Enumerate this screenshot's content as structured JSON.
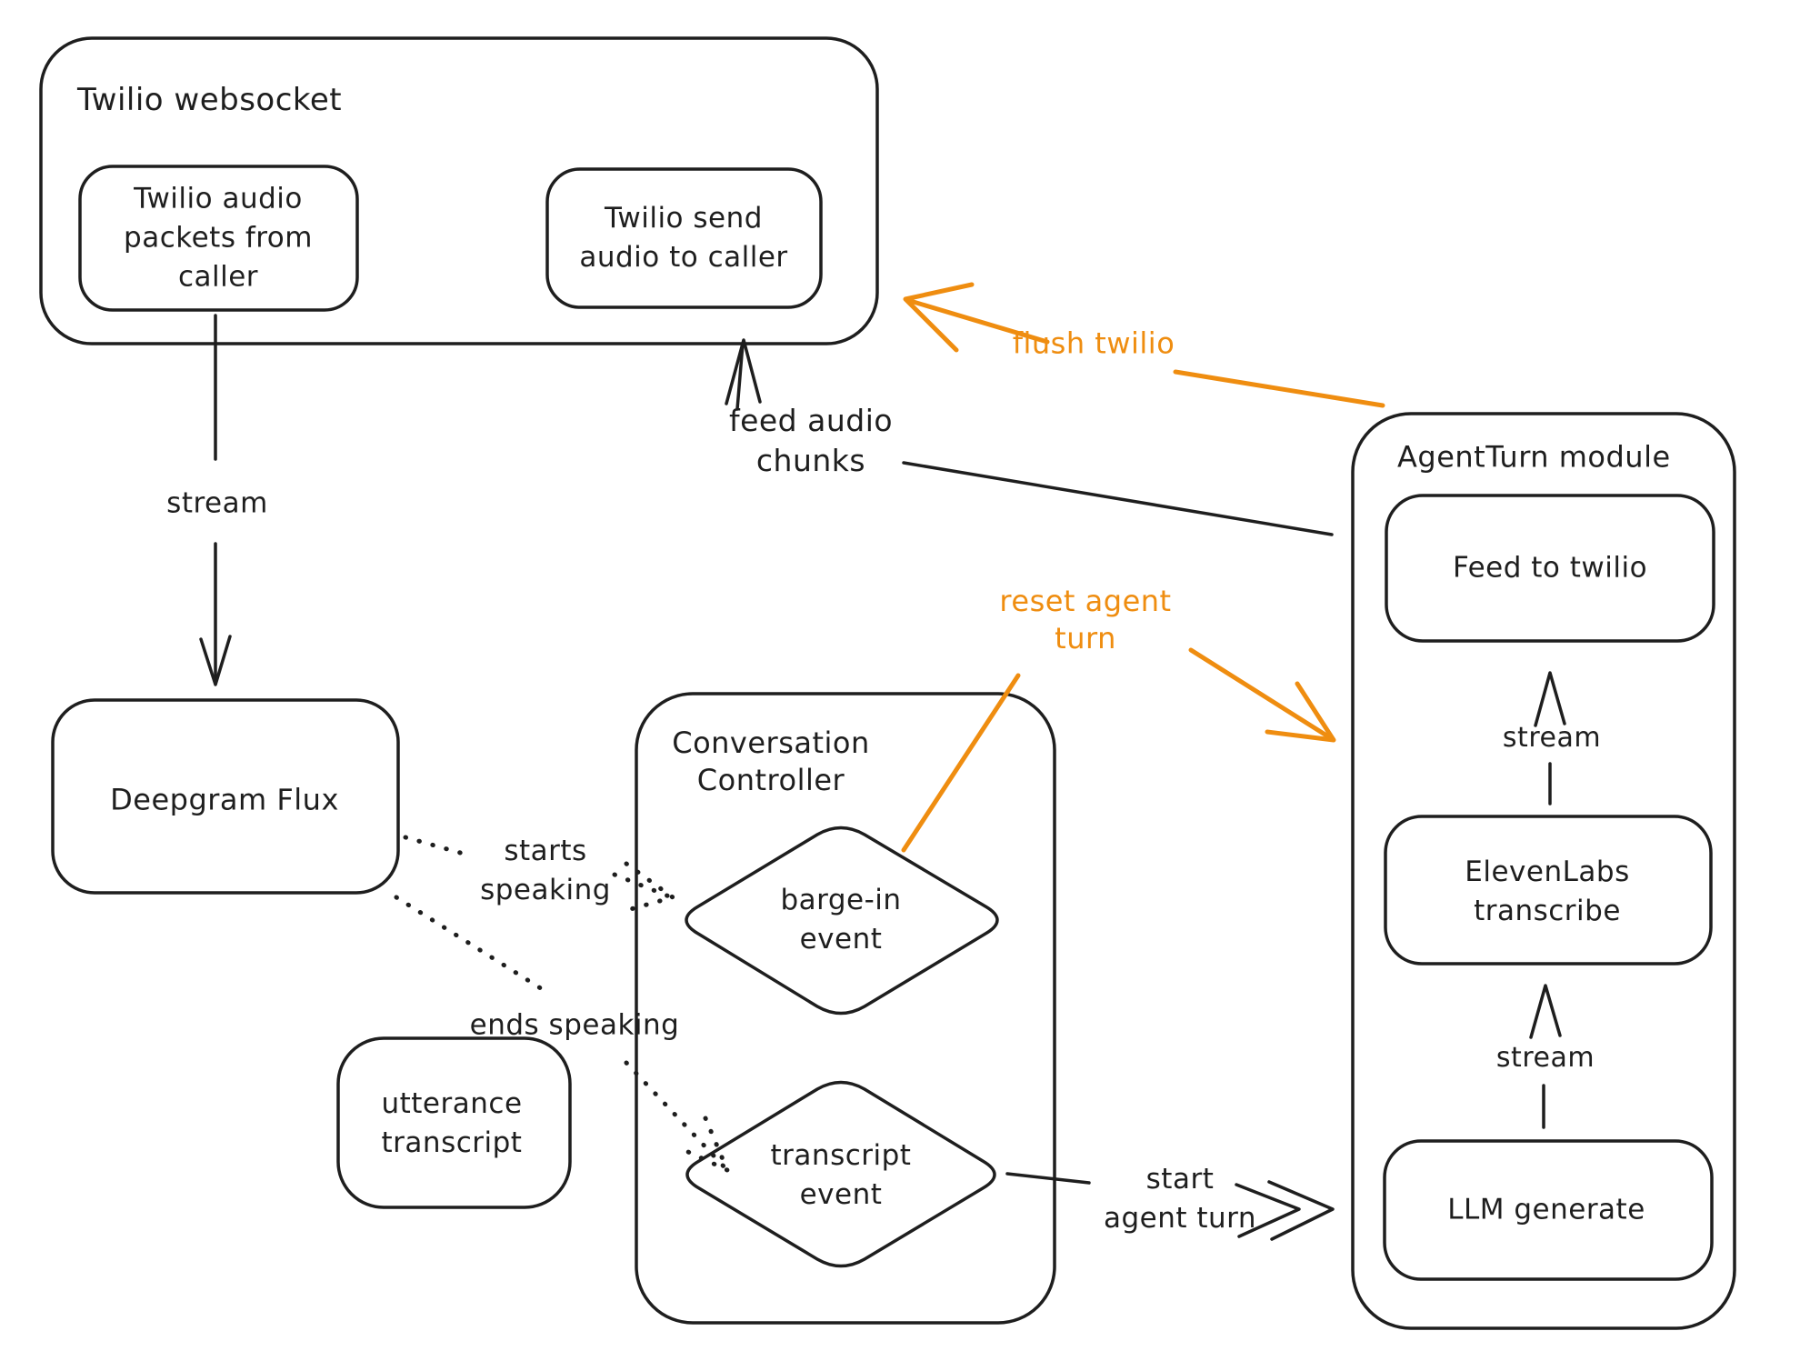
{
  "colors": {
    "ink": "#1e1e1e",
    "accent": "#ef8d10",
    "background": "#ffffff"
  },
  "twilio_websocket": {
    "title": "Twilio websocket",
    "audio_packets": {
      "line1": "Twilio audio",
      "line2": "packets from",
      "line3": "caller"
    },
    "send_audio": {
      "line1": "Twilio send",
      "line2": "audio to caller"
    }
  },
  "deepgram": {
    "label": "Deepgram Flux"
  },
  "conversation_controller": {
    "title": {
      "line1": "Conversation",
      "line2": "Controller"
    },
    "barge_in_event": {
      "line1": "barge-in",
      "line2": "event"
    },
    "transcript_event": {
      "line1": "transcript",
      "line2": "event"
    }
  },
  "utterance_transcript": {
    "line1": "utterance",
    "line2": "transcript"
  },
  "agent_turn": {
    "title": "AgentTurn module",
    "feed_to_twilio": "Feed to twilio",
    "elevenlabs": {
      "line1": "ElevenLabs",
      "line2": "transcribe"
    },
    "llm_generate": "LLM generate",
    "stream_upper": "stream",
    "stream_lower": "stream"
  },
  "labels": {
    "stream_caller": "stream",
    "feed_audio": {
      "line1": "feed audio",
      "line2": "chunks"
    },
    "flush_twilio": "flush twilio",
    "reset_agent_turn": {
      "line1": "reset agent",
      "line2": "turn"
    },
    "starts_speaking": {
      "line1": "starts",
      "line2": "speaking"
    },
    "ends_speaking": "ends speaking",
    "start_agent_turn": {
      "line1": "start",
      "line2": "agent turn"
    }
  }
}
